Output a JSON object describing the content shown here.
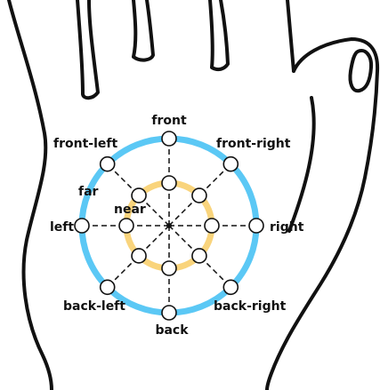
{
  "colors": {
    "outer_ring": "#5bc8f5",
    "inner_ring": "#f9d47c",
    "outline": "#111111",
    "node_fill": "#ffffff",
    "spoke": "#111111"
  },
  "rings": {
    "far_label": "far",
    "near_label": "near"
  },
  "directions": [
    {
      "id": "front",
      "label": "front"
    },
    {
      "id": "front-right",
      "label": "front-right"
    },
    {
      "id": "right",
      "label": "right"
    },
    {
      "id": "back-right",
      "label": "back-right"
    },
    {
      "id": "back",
      "label": "back"
    },
    {
      "id": "back-left",
      "label": "back-left"
    },
    {
      "id": "left",
      "label": "left"
    },
    {
      "id": "front-left",
      "label": "front-left"
    }
  ]
}
